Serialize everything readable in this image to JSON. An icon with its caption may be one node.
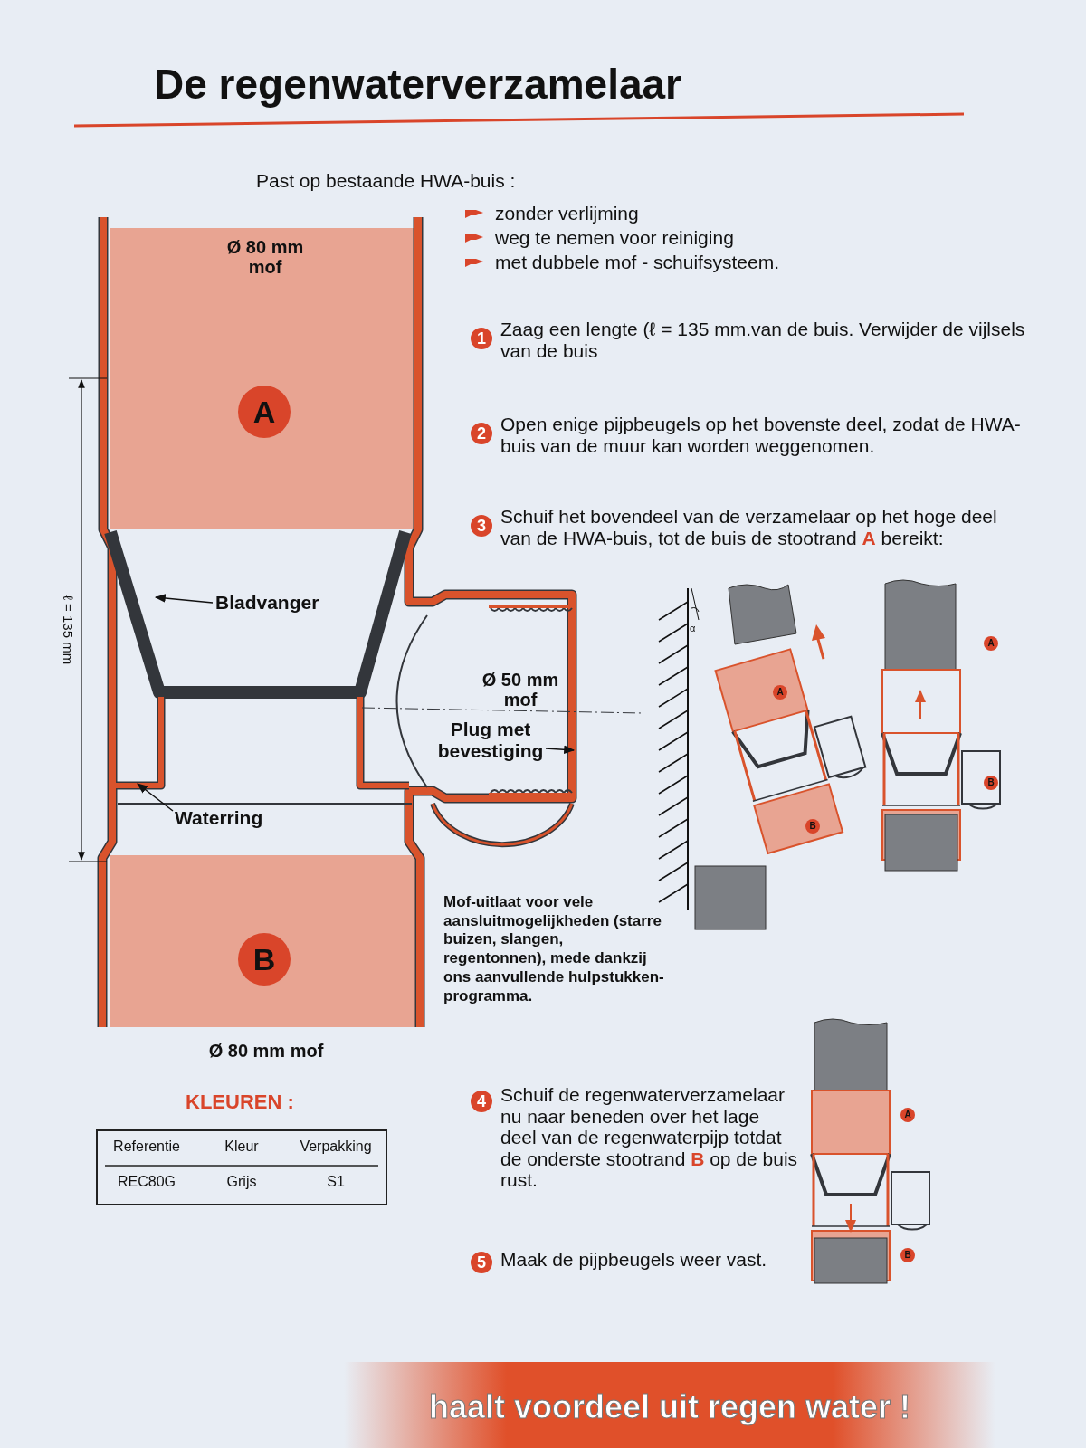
{
  "diagram": {
    "title": "De regenwaterverzamelaar",
    "nodes": [
      {
        "text": [
          "Bladvanger"
        ]
      },
      {
        "text": [
          "Waterring"
        ]
      },
      {
        "text": [
          "Plug met bevestiging"
        ]
      }
    ],
    "edges": [
      {
        "from": 0,
        "to": null,
        "arrow": "to"
      },
      {
        "from": 1,
        "to": null,
        "arrow": "to"
      },
      {
        "from": 2,
        "to": null,
        "arrow": "to"
      }
    ],
    "labels": [
      "Past op bestaande HWA-buis :",
      "zonder verlijming",
      "weg te nemen voor reiniging",
      "met dubbele mof - schuifsysteem.",
      "Ø 80 mm mof",
      "A",
      "ℓ = 135 mm",
      "1",
      "Zaag een lengte (ℓ = 135 mm.van de buis. Verwijder de vijlsels van de buis",
      "2",
      "Open enige pijpbeugels op het bovenste deel, zodat de HWA-buis van de muur kan worden weggenomen.",
      "3",
      "Schuif het bovendeel van de verzamelaar op het hoge deel van de HWA-buis, tot de buis de stootrand **A** bereikt:",
      "Ø 50 mm mof",
      "α",
      "A",
      "A",
      "B",
      "B",
      "Mof-uitlaat voor vele aansluitmogelijkheden (starre buizen, slangen, regentonnen), mede dankzij ons aanvullende hulpstukken-programma.",
      "B",
      "Ø 80 mm mof",
      "KLEUREN :",
      "Referentie",
      "Kleur",
      "Verpakking",
      "REC80G",
      "Grijs",
      "S1",
      "4",
      "Schuif de regenwaterverzamelaar nu naar beneden over het lage deel van de regenwaterpijp totdat de onderste stootrand **B** op de buis rust.",
      "A",
      "B",
      "5",
      "Maak de pijpbeugels weer vast.",
      "haalt voordeel uit regen water !"
    ]
  }
}
